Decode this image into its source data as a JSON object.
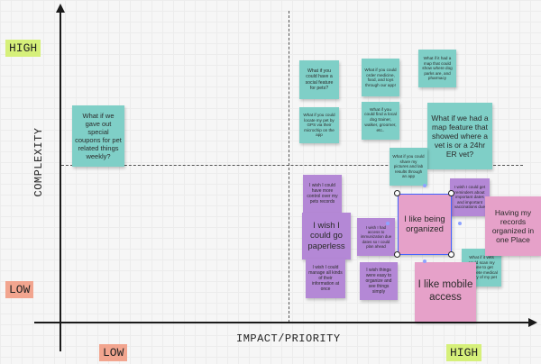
{
  "board": {
    "axis_y_title": "COMPLEXITY",
    "axis_x_title": "IMPACT/PRIORITY",
    "y_high_label": "HIGH",
    "y_low_label": "LOW",
    "x_low_label": "LOW",
    "x_high_label": "HIGH",
    "colors": {
      "teal_note": "#7fcfc7",
      "purple_note": "#b488d6",
      "pink_note": "#e6a1c9",
      "high_tag": "#d6f07a",
      "low_tag": "#f2a58f",
      "selection": "#4262ff"
    }
  },
  "notes": [
    {
      "id": "coupons",
      "text": "What if we gave out special coupons for pet related things weekly?",
      "color": "teal"
    },
    {
      "id": "social",
      "text": "What if you could have a social feature for pets?",
      "color": "teal"
    },
    {
      "id": "order-medicine",
      "text": "What if you could order medicine, food, and toys through our app!",
      "color": "teal"
    },
    {
      "id": "dog-parks-map",
      "text": "What if it had a map that could show where dog parks are, and pharmacy",
      "color": "teal"
    },
    {
      "id": "locate-gps",
      "text": "What if you could locate my pet by GPS via their microchip on the app",
      "color": "teal"
    },
    {
      "id": "find-trainer",
      "text": "What if you could find a local dog trainer, walker, groomer, etc..",
      "color": "teal"
    },
    {
      "id": "vet-map",
      "text": "What if we had a map feature that showed where a vet is or a 24hr ER vet?",
      "color": "teal"
    },
    {
      "id": "share-pictures",
      "text": "What if you could share my pictures and lab results through an app",
      "color": "teal"
    },
    {
      "id": "scan-records",
      "text": "What if it vets could scan my phone to get complete medical history of my pet",
      "color": "teal"
    },
    {
      "id": "more-control",
      "text": "I wish I could have more control over my pets records",
      "color": "purple"
    },
    {
      "id": "reminders",
      "text": "I wish I could get reminders about important dates and important vaccinations due",
      "color": "purple"
    },
    {
      "id": "paperless",
      "text": "I wish I could go paperless",
      "color": "purple"
    },
    {
      "id": "immunization",
      "text": "I wish I had access to immunization due dates so I could plan ahead",
      "color": "purple"
    },
    {
      "id": "manage-info",
      "text": "I wish I could manage all kinds of their information at once",
      "color": "purple"
    },
    {
      "id": "easy-organize",
      "text": "I wish things were easy to organize and see things simply",
      "color": "purple"
    },
    {
      "id": "organized",
      "text": "I like being organized",
      "color": "pink"
    },
    {
      "id": "records-one-place",
      "text": "Having my records organized in one Place",
      "color": "pink"
    },
    {
      "id": "mobile-access",
      "text": "I like mobile access",
      "color": "pink"
    }
  ]
}
